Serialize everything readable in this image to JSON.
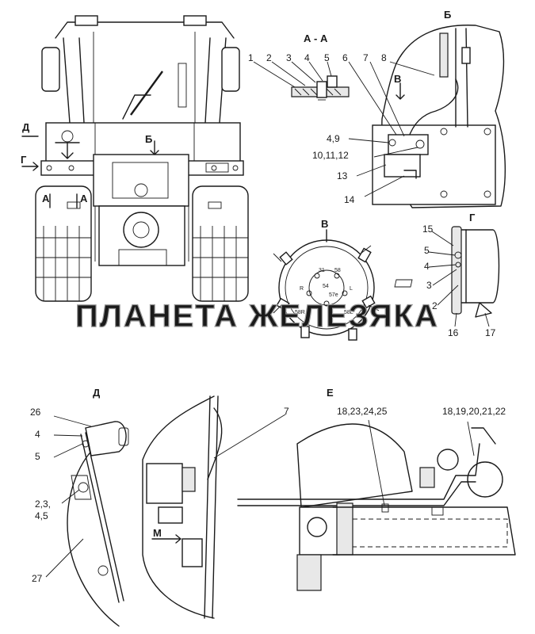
{
  "sections": {
    "aa": "А - А",
    "b": "Б",
    "v": "В",
    "g": "Г",
    "d": "Д",
    "e": "Е",
    "front_d": "Д",
    "front_g": "Г",
    "front_b": "Б",
    "front_a_left": "А",
    "front_a_right": "А",
    "view_b_arrow": "В",
    "m": "М"
  },
  "callouts": {
    "c1": "1",
    "c2": "2",
    "c3": "3",
    "c4": "4",
    "c5": "5",
    "c6": "6",
    "c7": "7",
    "c8": "8",
    "c49": "4,9",
    "c101112": "10,11,12",
    "c13": "13",
    "c14": "14",
    "g15": "15",
    "g5": "5",
    "g4": "4",
    "g3": "3",
    "g2": "2",
    "g16": "16",
    "g17": "17",
    "d26": "26",
    "d4": "4",
    "d5": "5",
    "d2345": "2,3,\n4,5",
    "d27": "27",
    "e7": "7",
    "e18": "18,23,24,25",
    "e18b": "18,19,20,21,22"
  },
  "socket_pins": {
    "p1": "31",
    "p2": "58",
    "p3": "54",
    "p4": "R",
    "p5": "L",
    "p6": "57е",
    "p7": "58L",
    "p8": "58R"
  },
  "watermark": "ПЛАНЕТА ЖЕЛЕЗЯКА"
}
